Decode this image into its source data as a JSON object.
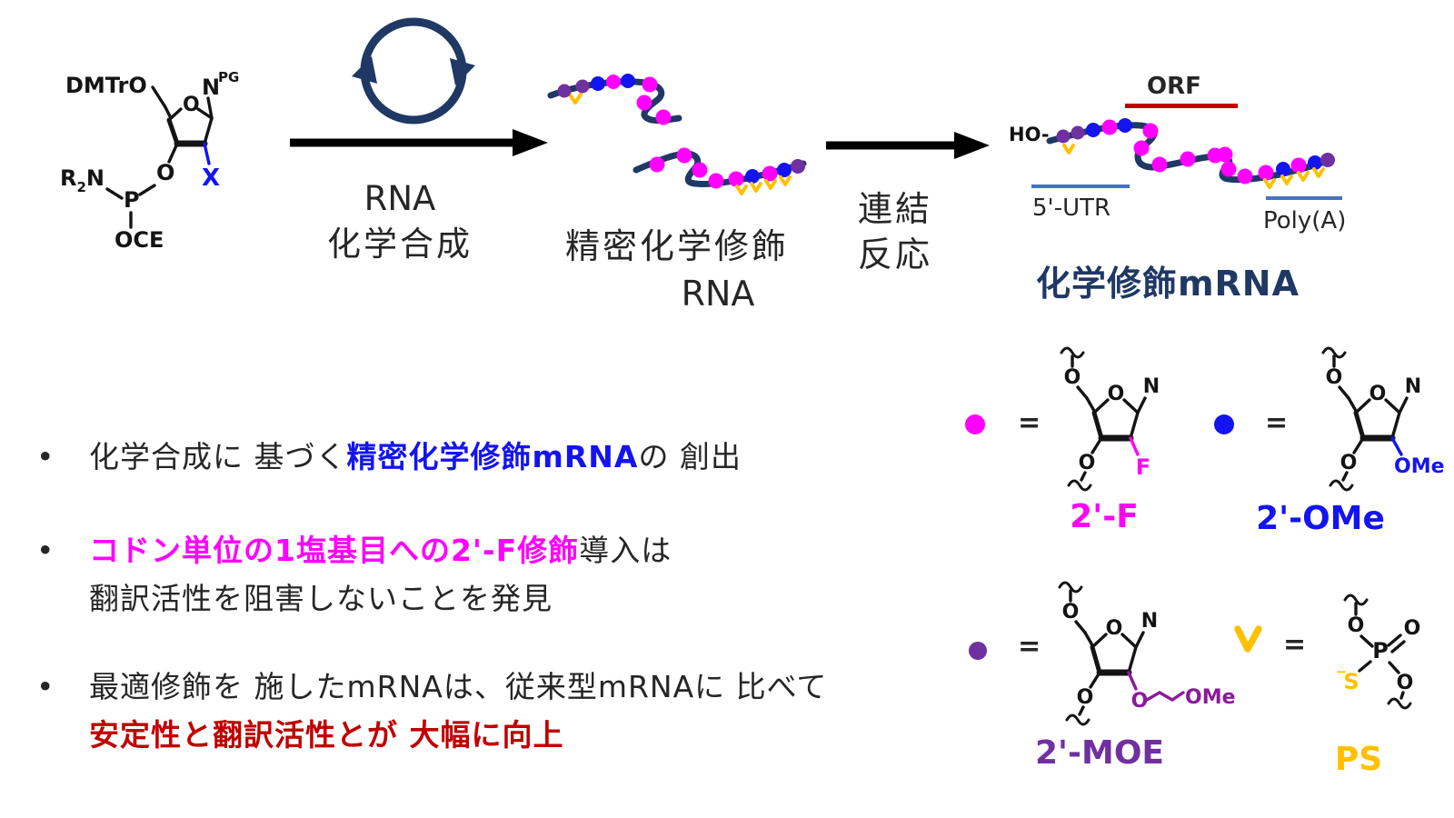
{
  "colors": {
    "strand_navy": "#1F3864",
    "magenta": "#FF00FF",
    "blue": "#1414F0",
    "purple": "#7030A0",
    "gold": "#FFC000",
    "red": "#C00000",
    "underline_blue": "#4472C4",
    "text_dark": "#262626"
  },
  "scheme": {
    "reagent": {
      "dmtro": "DMTrO",
      "base_n": "N",
      "base_pg": "PG",
      "ring_o": "O",
      "x": "X",
      "amine_r": "R",
      "amine_2": "2",
      "amine_n": "N",
      "o3": "O",
      "p": "P",
      "oce": "OCE"
    },
    "step1": {
      "line1": "RNA",
      "line2": "化学合成"
    },
    "intermediate": {
      "line1": "精密化学修飾",
      "line2": "RNA"
    },
    "step2": {
      "line1": "連結",
      "line2": "反応"
    },
    "product": {
      "ho": "HO-",
      "orf": "ORF",
      "utr5": "5'-UTR",
      "polya": "Poly(A)",
      "title": "化学修飾mRNA"
    }
  },
  "bullets": {
    "marker": "•",
    "b1": {
      "plain1": "化学合成に 基づく",
      "blue": "精密化学修飾mRNA",
      "plain2": "の 創出"
    },
    "b2": {
      "magenta": "コドン単位の1塩基目への2'-F修飾",
      "plain": "導入は",
      "line2": "翻訳活性を阻害しないことを発見"
    },
    "b3": {
      "line1": "最適修飾を 施したmRNAは、従来型mRNAに 比べて",
      "line2": "安定性と翻訳活性とが 大幅に向上"
    }
  },
  "legend": {
    "eq": "=",
    "atoms": {
      "o": "O",
      "n": "N",
      "p": "P",
      "s": "S",
      "minus": "−",
      "f": "F",
      "ome": "OMe"
    },
    "items": {
      "f": {
        "label": "2'-F"
      },
      "ome": {
        "label": "2'-OMe"
      },
      "moe": {
        "label": "2'-MOE"
      },
      "ps": {
        "label": "PS"
      }
    }
  }
}
